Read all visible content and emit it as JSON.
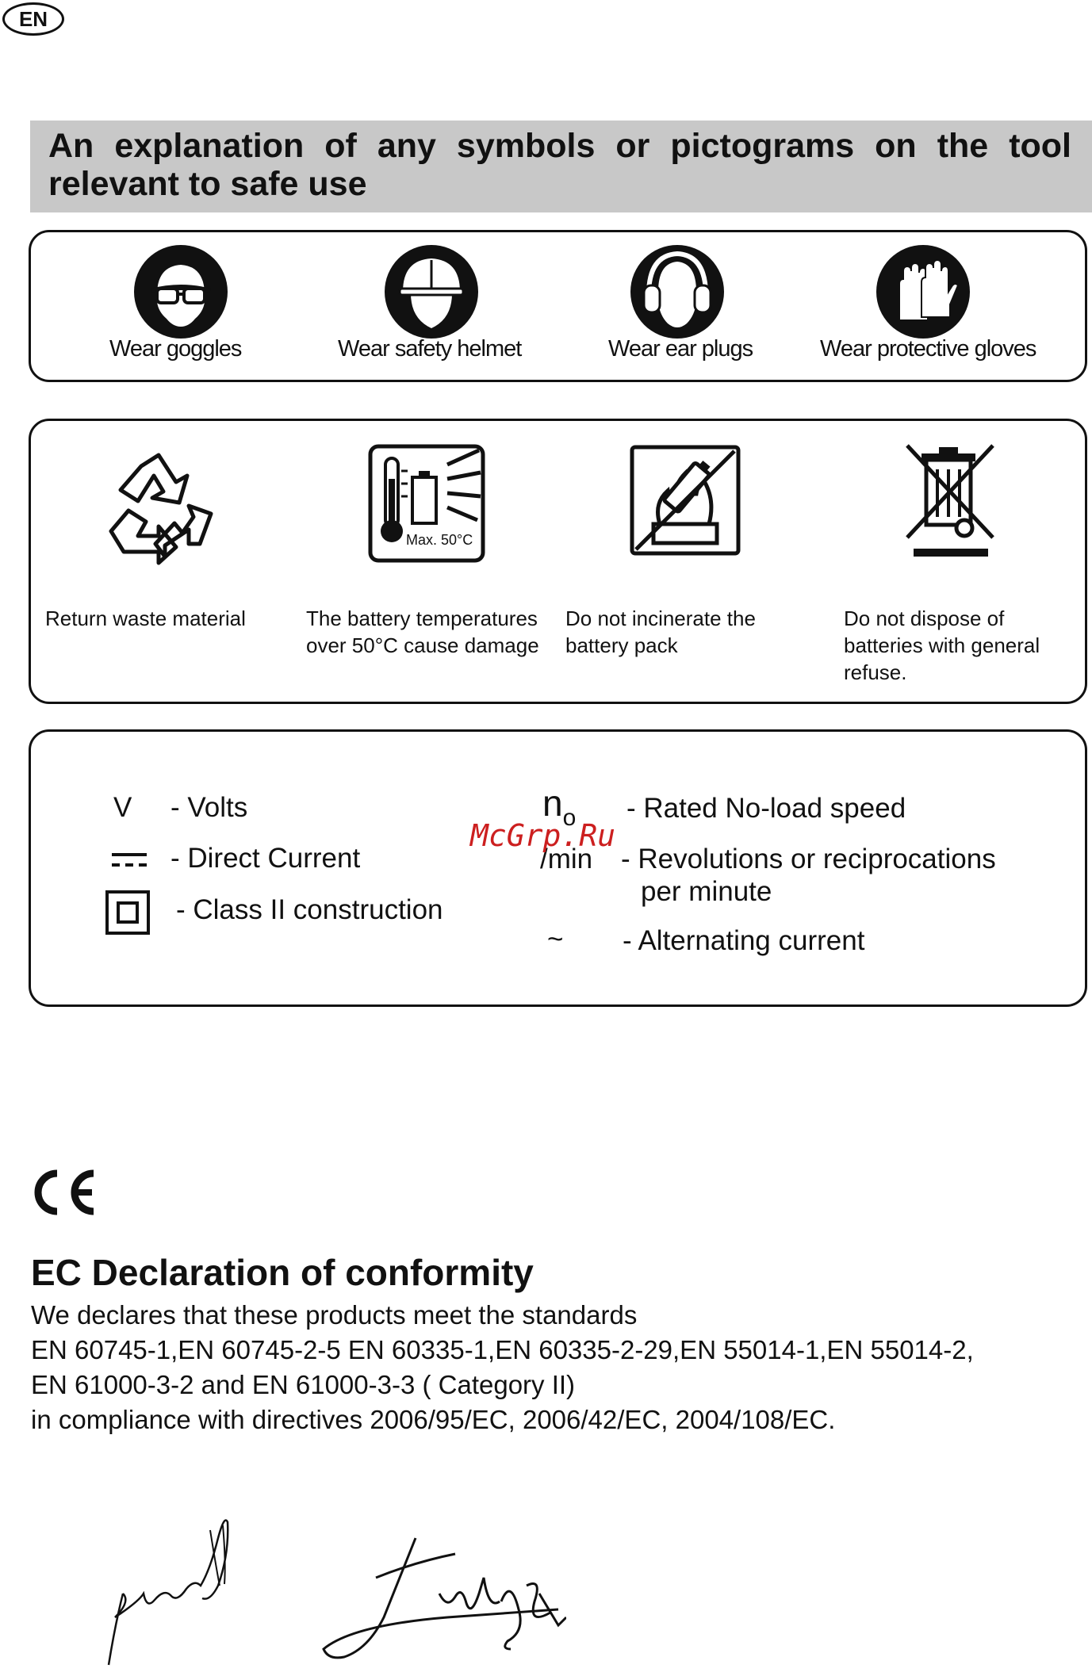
{
  "header": {
    "language_badge": "EN"
  },
  "section": {
    "title": "An explanation of any symbols or pictograms on the tool relevant to safe use"
  },
  "ppe": [
    {
      "label": "Wear goggles",
      "icon": "safety-goggles-icon"
    },
    {
      "label": "Wear safety helmet",
      "icon": "safety-helmet-icon"
    },
    {
      "label": "Wear ear plugs",
      "icon": "ear-protection-icon"
    },
    {
      "label": "Wear protective gloves",
      "icon": "protective-gloves-icon"
    }
  ],
  "battery": [
    {
      "caption": "Return waste material",
      "icon": "recycle-icon"
    },
    {
      "caption": "The battery temperatures over 50°C cause damage",
      "icon": "battery-temperature-icon",
      "icon_text": "Max. 50°C"
    },
    {
      "caption": "Do not incinerate the battery pack",
      "icon": "no-incinerate-icon"
    },
    {
      "caption": "Do not dispose of batteries with general refuse.",
      "icon": "crossed-bin-icon"
    }
  ],
  "units": {
    "left": [
      {
        "symbol": "V",
        "text": "- Volts"
      },
      {
        "symbol": "direct-current-icon",
        "text": "- Direct Current"
      },
      {
        "symbol": "class-ii-icon",
        "text": "- Class II construction"
      }
    ],
    "right": [
      {
        "symbol_main": "n",
        "symbol_sub": "o",
        "text": "- Rated No-load speed"
      },
      {
        "symbol": "/min",
        "text": "- Revolutions or reciprocations",
        "text2": "per minute"
      },
      {
        "symbol": "~",
        "text": "- Alternating current"
      }
    ]
  },
  "watermark": "McGrp.Ru",
  "ce_mark": "CE",
  "declaration": {
    "title": "EC Declaration of conformity",
    "lines": [
      "We declares that these products meet the standards",
      "EN 60745-1,EN 60745-2-5 EN 60335-1,EN 60335-2-29,EN 55014-1,EN 55014-2,",
      "EN 61000-3-2 and EN 61000-3-3 ( Category II)",
      "in compliance with directives 2006/95/EC, 2006/42/EC, 2004/108/EC."
    ]
  },
  "colors": {
    "banner": "#c8c8c8",
    "ink": "#111111",
    "watermark": "#cc1f1f"
  }
}
